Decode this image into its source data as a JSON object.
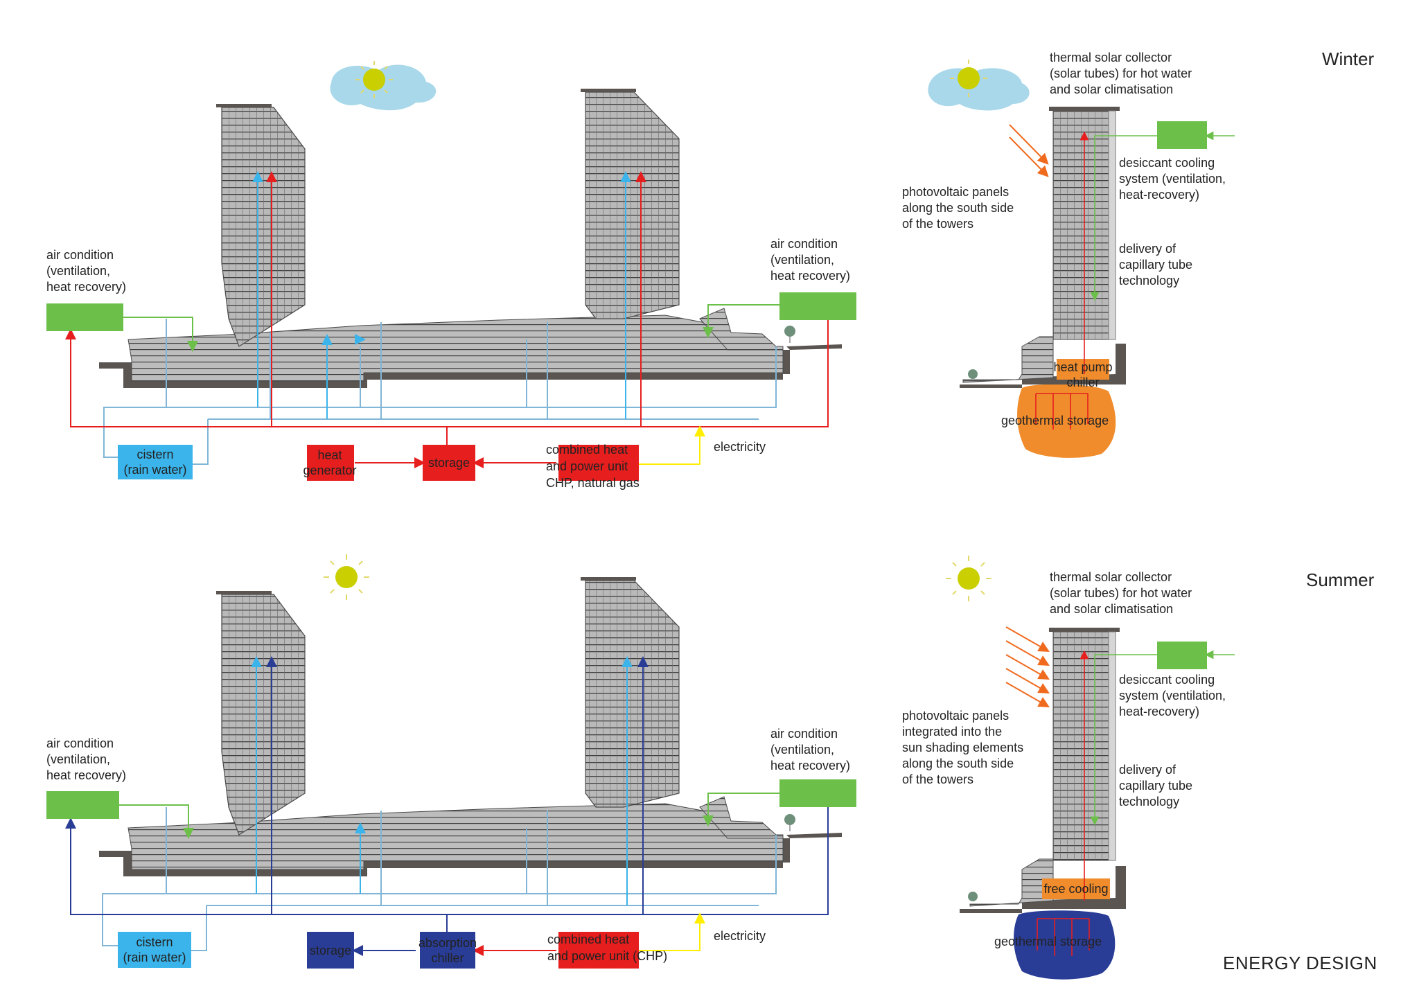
{
  "title": "ENERGY DESIGN",
  "colors": {
    "red": "#e61e1e",
    "light_blue": "#3ab4ea",
    "dark_blue": "#2a3d96",
    "green": "#6cc04a",
    "orange": "#f08c2c",
    "yellow": "#ffee00",
    "cloud": "#a8d8ea",
    "sun": "#c9cf00",
    "building": "#b4b4b4",
    "pipe_blue": "#7fb5d6"
  },
  "winter": {
    "season_label": "Winter",
    "section": {
      "air_left": "air condition\n(ventilation,\nheat recovery)",
      "air_right": "air condition\n(ventilation,\nheat recovery)",
      "cistern": "cistern\n(rain water)",
      "heat_generator": "heat\ngenerator",
      "storage": "storage",
      "chp": "combined heat\nand power unit\nCHP, natural gas",
      "electricity": "electricity"
    },
    "tower": {
      "solar": "thermal solar collector\n(solar tubes) for hot water\nand solar climatisation",
      "desiccant": "desiccant cooling\nsystem (ventilation,\nheat-recovery)",
      "pv": "photovoltaic panels\nalong the south side\nof the towers",
      "capillary": "delivery of\ncapillary tube\ntechnology",
      "device": "heat pump\nchiller",
      "geo": "geothermal storage"
    }
  },
  "summer": {
    "season_label": "Summer",
    "section": {
      "air_left": "air condition\n(ventilation,\nheat recovery)",
      "air_right": "air condition\n(ventilation,\nheat recovery)",
      "cistern": "cistern\n(rain water)",
      "storage": "storage",
      "absorption": "absorption\nchiller",
      "chp": "combined heat\nand power unit (CHP)",
      "electricity": "electricity"
    },
    "tower": {
      "solar": "thermal solar collector\n(solar tubes) for hot water\nand solar climatisation",
      "desiccant": "desiccant cooling\nsystem (ventilation,\nheat-recovery)",
      "pv": "photovoltaic panels\nintegrated into the\nsun shading elements\nalong the south side\nof the towers",
      "capillary": "delivery of\ncapillary tube\ntechnology",
      "device": "free cooling",
      "geo": "geothermal storage"
    }
  }
}
